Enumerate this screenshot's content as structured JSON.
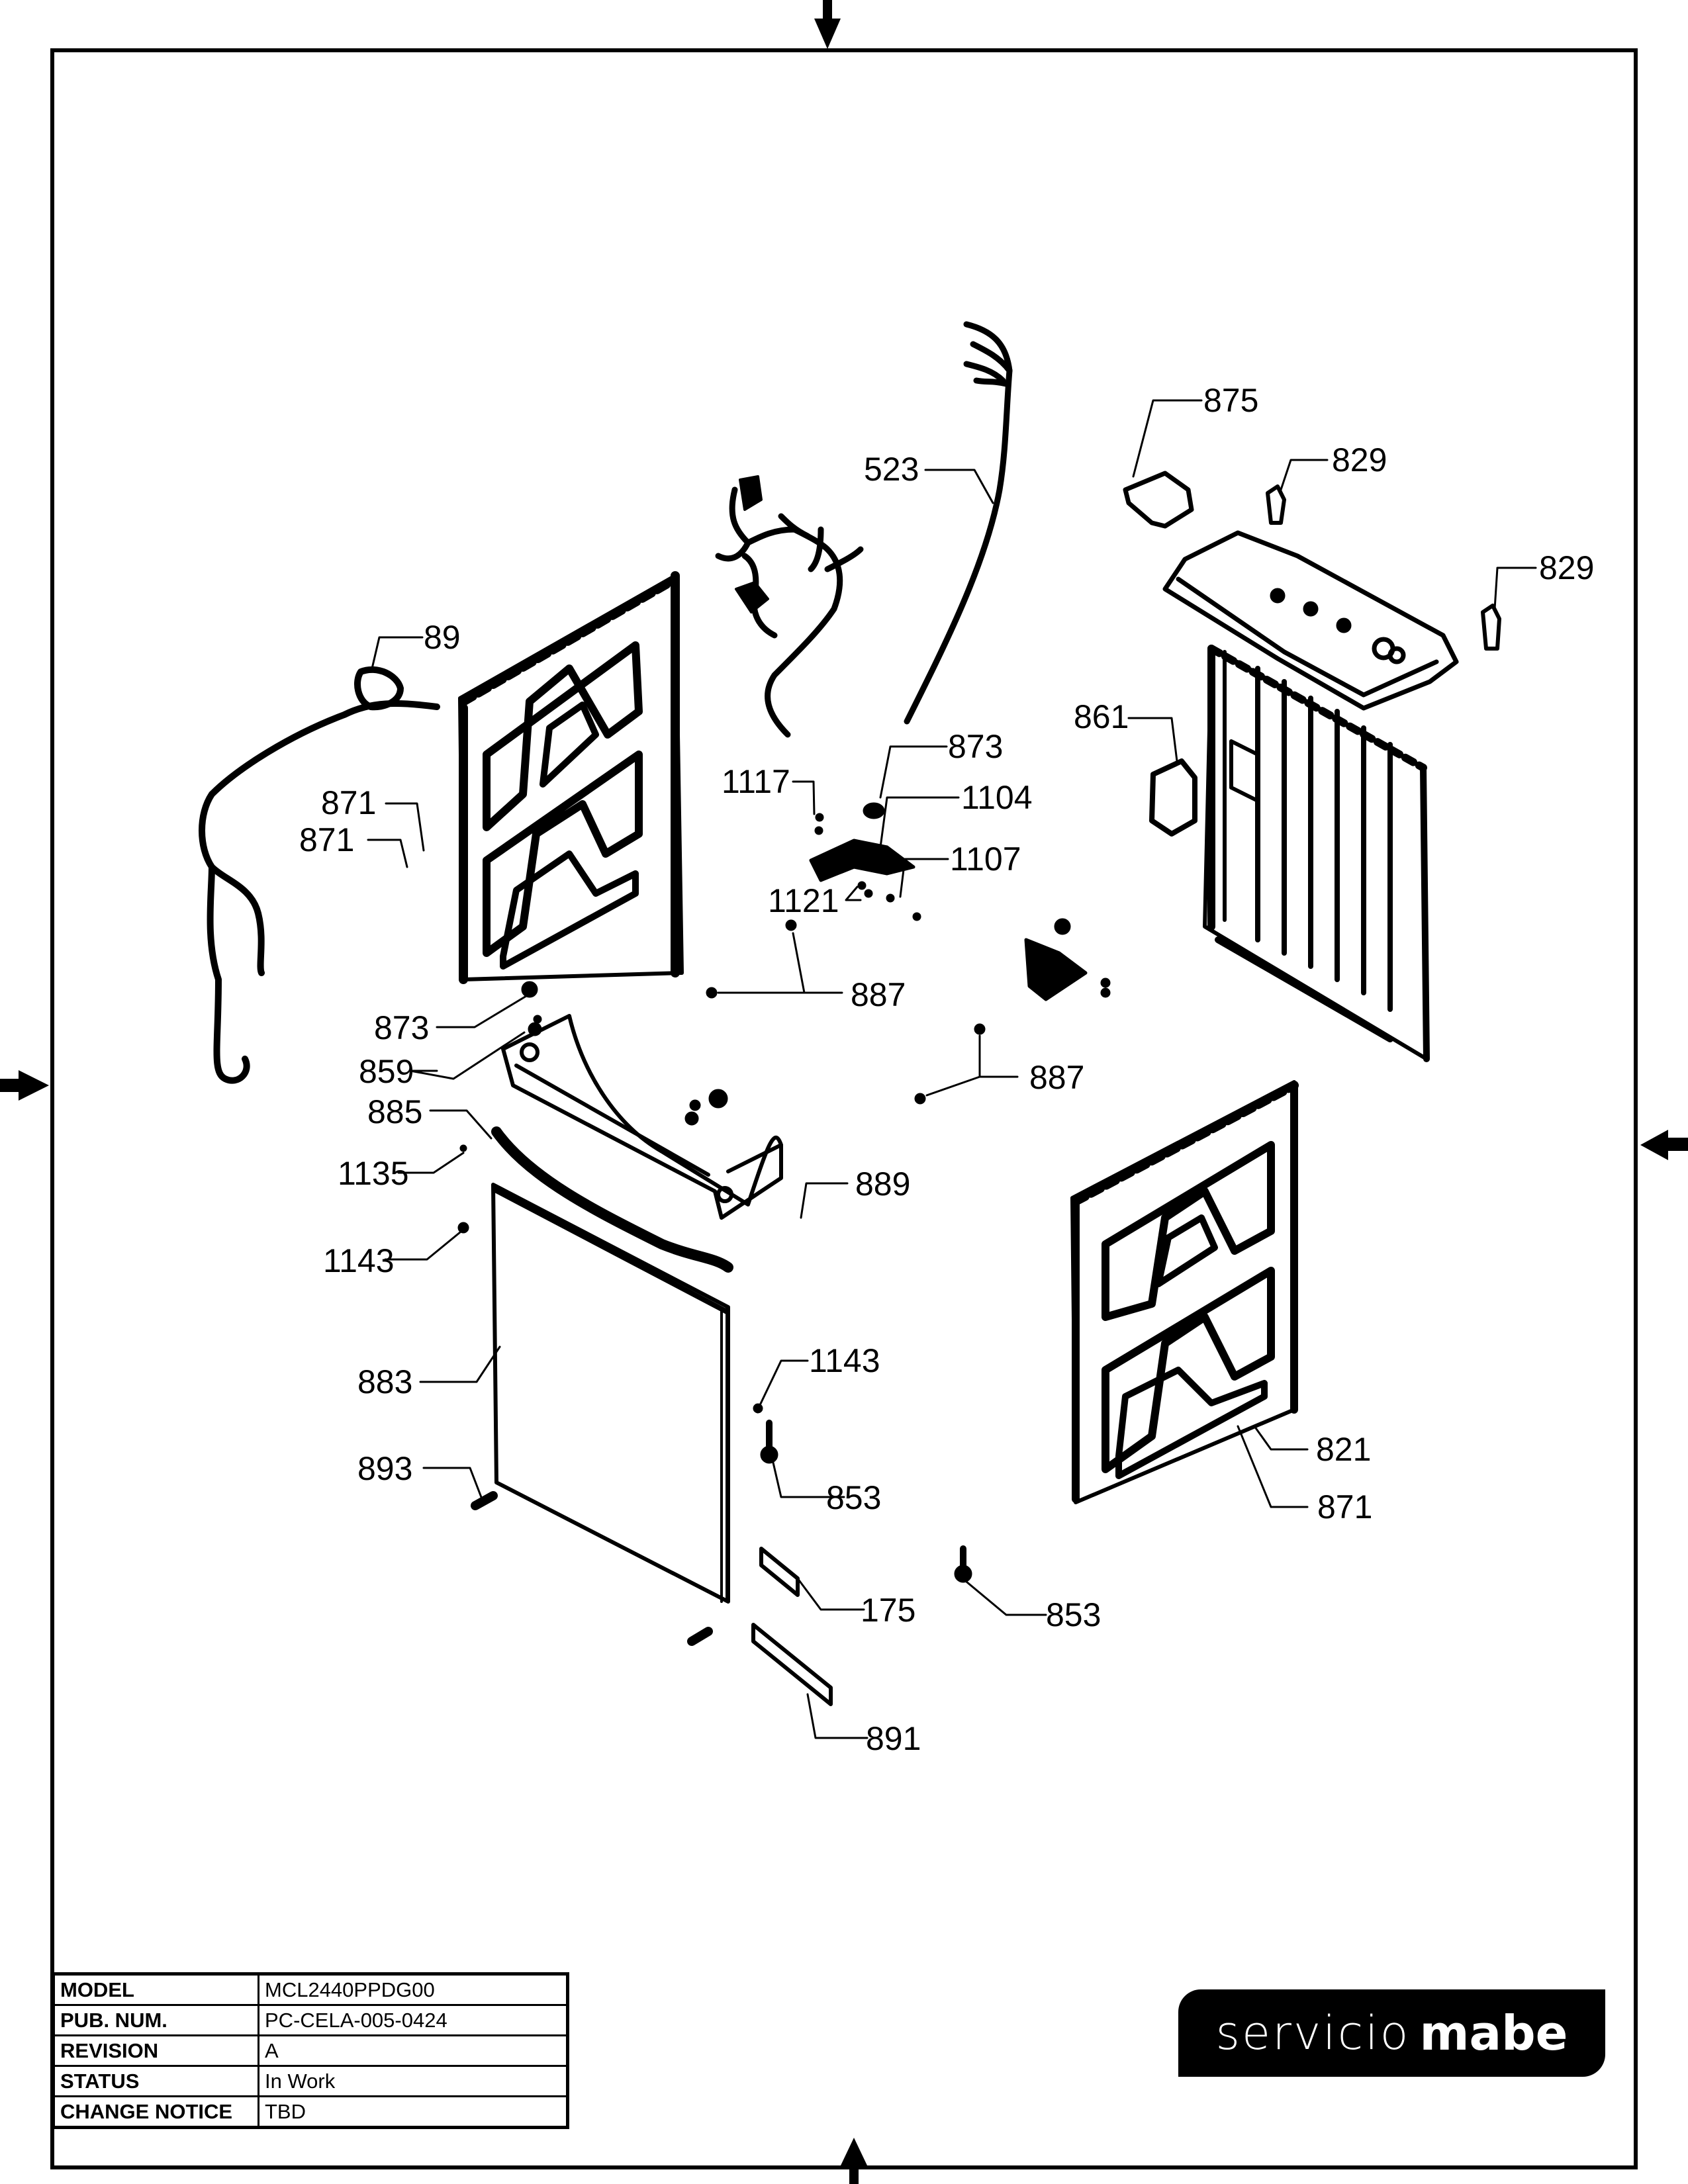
{
  "document": {
    "type": "exploded parts diagram",
    "title_block": {
      "rows": [
        {
          "label": "MODEL",
          "value": "MCL2440PPDG00"
        },
        {
          "label": "PUB. NUM.",
          "value": "PC-CELA-005-0424"
        },
        {
          "label": "REVISION",
          "value": "A"
        },
        {
          "label": "STATUS",
          "value": "In Work"
        },
        {
          "label": "CHANGE NOTICE",
          "value": "TBD"
        }
      ]
    },
    "logo": {
      "light": "servicio",
      "bold": "mabe"
    }
  },
  "callouts": {
    "c523": "523",
    "c875": "875",
    "c829a": "829",
    "c829b": "829",
    "c89": "89",
    "c861": "861",
    "c873a": "873",
    "c1117": "1117",
    "c1104": "1104",
    "c871a": "871",
    "c871b": "871",
    "c1107": "1107",
    "c1121": "1121",
    "c887a": "887",
    "c873b": "873",
    "c859": "859",
    "c887b": "887",
    "c885": "885",
    "c1135": "1135",
    "c889": "889",
    "c1143a": "1143",
    "c883": "883",
    "c1143b": "1143",
    "c821": "821",
    "c871c": "871",
    "c893": "893",
    "c853a": "853",
    "c175": "175",
    "c853b": "853",
    "c891": "891"
  }
}
